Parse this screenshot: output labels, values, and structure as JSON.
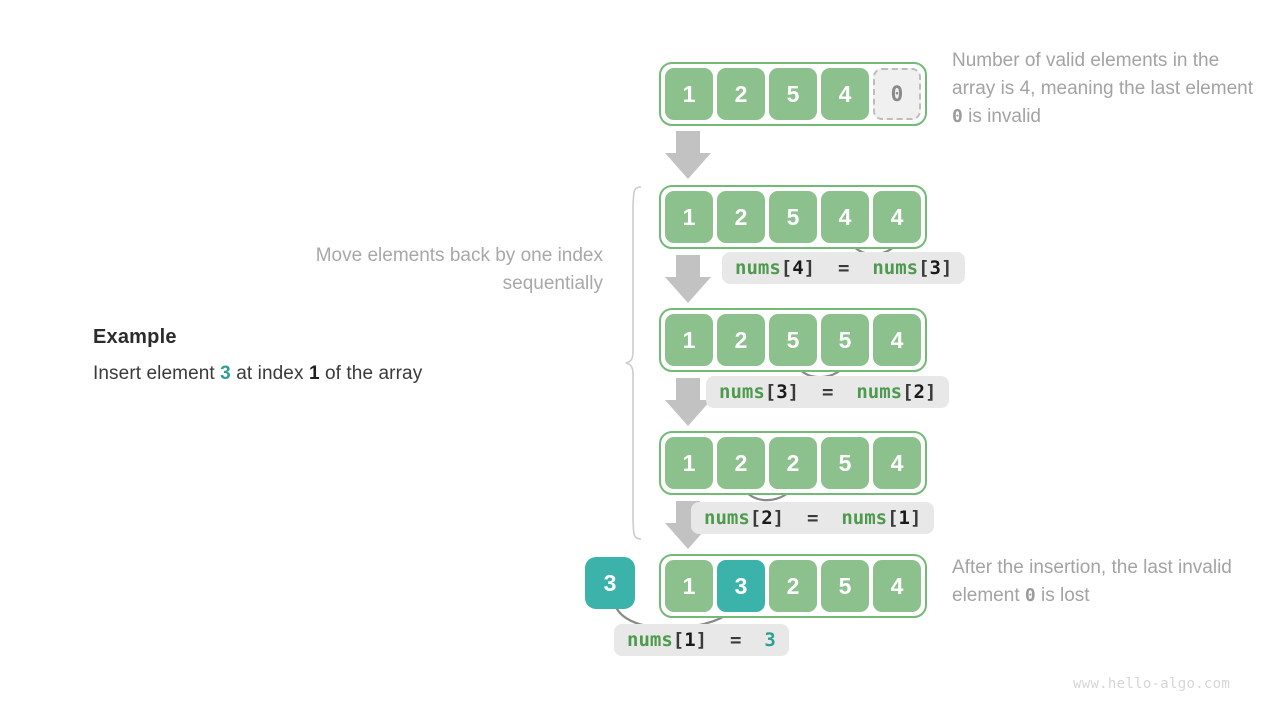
{
  "colors": {
    "green_fill": "#8cc08c",
    "green_border": "#73ba77",
    "teal": "#3bb3ab",
    "teal_text": "#2f9e93",
    "grey_text": "#a3a3a3",
    "pill_bg": "#e8e8e8",
    "code_green": "#4e9a4e",
    "arrow_grey": "#bfbfbf"
  },
  "example": {
    "title": "Example",
    "desc_prefix": "Insert element ",
    "desc_value": "3",
    "desc_middle": " at index ",
    "desc_index": "1",
    "desc_suffix": " of the array"
  },
  "captions": {
    "move": "Move elements back by one index sequentially",
    "top_part1": "Number of valid elements in the array is 4, meaning the last element ",
    "top_mono": "0",
    "top_part2": " is invalid",
    "bottom_part1": "After the insertion, the last invalid element ",
    "bottom_mono": "0",
    "bottom_part2": " is lost"
  },
  "rows": [
    {
      "id": "row-initial",
      "cells": [
        {
          "value": "1",
          "style": "green"
        },
        {
          "value": "2",
          "style": "green"
        },
        {
          "value": "5",
          "style": "green"
        },
        {
          "value": "4",
          "style": "green"
        },
        {
          "value": "0",
          "style": "invalid"
        }
      ]
    },
    {
      "id": "row-shift-4",
      "cells": [
        {
          "value": "1",
          "style": "green"
        },
        {
          "value": "2",
          "style": "green"
        },
        {
          "value": "5",
          "style": "green"
        },
        {
          "value": "4",
          "style": "green"
        },
        {
          "value": "4",
          "style": "green"
        }
      ]
    },
    {
      "id": "row-shift-3",
      "cells": [
        {
          "value": "1",
          "style": "green"
        },
        {
          "value": "2",
          "style": "green"
        },
        {
          "value": "5",
          "style": "green"
        },
        {
          "value": "5",
          "style": "green"
        },
        {
          "value": "4",
          "style": "green"
        }
      ]
    },
    {
      "id": "row-shift-2",
      "cells": [
        {
          "value": "1",
          "style": "green"
        },
        {
          "value": "2",
          "style": "green"
        },
        {
          "value": "2",
          "style": "green"
        },
        {
          "value": "5",
          "style": "green"
        },
        {
          "value": "4",
          "style": "green"
        }
      ]
    },
    {
      "id": "row-final",
      "solo": "3",
      "cells": [
        {
          "value": "1",
          "style": "green"
        },
        {
          "value": "3",
          "style": "teal"
        },
        {
          "value": "2",
          "style": "green"
        },
        {
          "value": "5",
          "style": "green"
        },
        {
          "value": "4",
          "style": "green"
        }
      ]
    }
  ],
  "code_labels": [
    {
      "id": "code-nums4",
      "name": "nums",
      "lb": "[",
      "index": "4",
      "rb": "]",
      "eq": "  =  ",
      "rhs_name": "nums",
      "rhs_lb": "[",
      "rhs_index": "3",
      "rhs_rb": "]"
    },
    {
      "id": "code-nums3",
      "name": "nums",
      "lb": "[",
      "index": "3",
      "rb": "]",
      "eq": "  =  ",
      "rhs_name": "nums",
      "rhs_lb": "[",
      "rhs_index": "2",
      "rhs_rb": "]"
    },
    {
      "id": "code-nums2",
      "name": "nums",
      "lb": "[",
      "index": "2",
      "rb": "]",
      "eq": "  =  ",
      "rhs_name": "nums",
      "rhs_lb": "[",
      "rhs_index": "1",
      "rhs_rb": "]"
    },
    {
      "id": "code-nums1",
      "name": "nums",
      "lb": "[",
      "index": "1",
      "rb": "]",
      "eq": "  =  ",
      "rhs_value": "3"
    }
  ],
  "watermark": "www.hello-algo.com"
}
